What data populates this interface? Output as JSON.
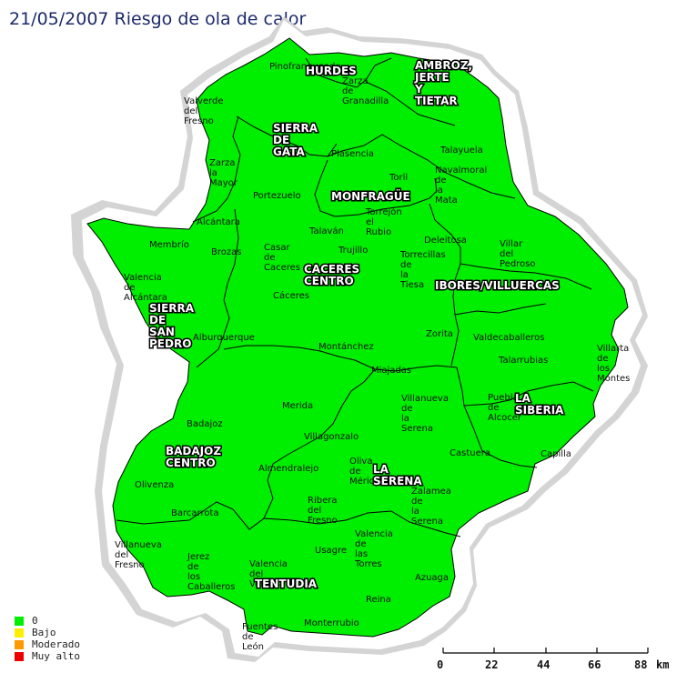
{
  "title": "21/05/2007  Riesgo de ola de calor",
  "colors": {
    "risk_0": "#00ee00",
    "bajo": "#ffee00",
    "moderado": "#ff9900",
    "muy_alto": "#ee0000",
    "halo": "#ffffff",
    "shadow": "#d4d4d4"
  },
  "zones": [
    {
      "id": "hurdes",
      "lines": [
        "HURDES"
      ]
    },
    {
      "id": "ambroz",
      "lines": [
        "AMBROZ,",
        "JERTE",
        "Y",
        "TIETAR"
      ]
    },
    {
      "id": "gata",
      "lines": [
        "SIERRA",
        "DE",
        "GATA"
      ]
    },
    {
      "id": "monfrague",
      "lines": [
        "MONFRAGÜE"
      ]
    },
    {
      "id": "caceres",
      "lines": [
        "CACERES",
        "CENTRO"
      ]
    },
    {
      "id": "ibores",
      "lines": [
        "IBORES/VILLUERCAS"
      ]
    },
    {
      "id": "sanpedro",
      "lines": [
        "SIERRA",
        "DE",
        "SAN",
        "PEDRO"
      ]
    },
    {
      "id": "siberia",
      "lines": [
        "LA",
        "SIBERIA"
      ]
    },
    {
      "id": "badajoz",
      "lines": [
        "BADAJOZ",
        "CENTRO"
      ]
    },
    {
      "id": "serena",
      "lines": [
        "LA",
        "SERENA"
      ]
    },
    {
      "id": "tentudia",
      "lines": [
        "TENTUDIA"
      ]
    }
  ],
  "towns": [
    {
      "id": "pinofranqueado",
      "lines": [
        "Pinofranqueado"
      ]
    },
    {
      "id": "zarza-granadilla",
      "lines": [
        "Zarza",
        "de",
        "Granadilla"
      ]
    },
    {
      "id": "valverde-fresno",
      "lines": [
        "Valverde",
        "del",
        "Fresno"
      ]
    },
    {
      "id": "plasencia",
      "lines": [
        "Plasencia"
      ]
    },
    {
      "id": "talayuela",
      "lines": [
        "Talayuela"
      ]
    },
    {
      "id": "navalmoral",
      "lines": [
        "Navalmoral",
        "de",
        "la",
        "Mata"
      ]
    },
    {
      "id": "zarza-mayor",
      "lines": [
        "Zarza",
        "la",
        "Mayor"
      ]
    },
    {
      "id": "toril",
      "lines": [
        "Toril"
      ]
    },
    {
      "id": "portezuelo",
      "lines": [
        "Portezuelo"
      ]
    },
    {
      "id": "torrejon",
      "lines": [
        "Torrejón",
        "el",
        "Rubio"
      ]
    },
    {
      "id": "alcantara",
      "lines": [
        "Alcántara"
      ]
    },
    {
      "id": "talavan",
      "lines": [
        "Talaván"
      ]
    },
    {
      "id": "deleitosa",
      "lines": [
        "Deleitosa"
      ]
    },
    {
      "id": "membrio",
      "lines": [
        "Membrío"
      ]
    },
    {
      "id": "brozas",
      "lines": [
        "Brozas"
      ]
    },
    {
      "id": "casar",
      "lines": [
        "Casar",
        "de",
        "Caceres"
      ]
    },
    {
      "id": "trujillo",
      "lines": [
        "Trujillo"
      ]
    },
    {
      "id": "torrecillas",
      "lines": [
        "Torrecillas",
        "de",
        "la",
        "Tiesa"
      ]
    },
    {
      "id": "villar-pedroso",
      "lines": [
        "Villar",
        "del",
        "Pedroso"
      ]
    },
    {
      "id": "valencia-alcantara",
      "lines": [
        "Valencia",
        "de",
        "Alcántara"
      ]
    },
    {
      "id": "caceres-town",
      "lines": [
        "Cáceres"
      ]
    },
    {
      "id": "alburquerque",
      "lines": [
        "Alburquerque"
      ]
    },
    {
      "id": "zorita",
      "lines": [
        "Zorita"
      ]
    },
    {
      "id": "valdecaballeros",
      "lines": [
        "Valdecaballeros"
      ]
    },
    {
      "id": "montanchez",
      "lines": [
        "Montánchez"
      ]
    },
    {
      "id": "talarrubias",
      "lines": [
        "Talarrubias"
      ]
    },
    {
      "id": "villarta",
      "lines": [
        "Villarta",
        "de",
        "los",
        "Montes"
      ]
    },
    {
      "id": "miajadas",
      "lines": [
        "Miajadas"
      ]
    },
    {
      "id": "merida",
      "lines": [
        "Merida"
      ]
    },
    {
      "id": "villanueva-serena",
      "lines": [
        "Villanueva",
        "de",
        "la",
        "Serena"
      ]
    },
    {
      "id": "puebla-alcocer",
      "lines": [
        "Puebla",
        "de",
        "Alcocer"
      ]
    },
    {
      "id": "badajoz-town",
      "lines": [
        "Badajoz"
      ]
    },
    {
      "id": "villagonzalo",
      "lines": [
        "Villagonzalo"
      ]
    },
    {
      "id": "castuera",
      "lines": [
        "Castuera"
      ]
    },
    {
      "id": "capilla",
      "lines": [
        "Capilla"
      ]
    },
    {
      "id": "almendralejo",
      "lines": [
        "Almendralejo"
      ]
    },
    {
      "id": "oliva-merida",
      "lines": [
        "Oliva",
        "de",
        "Mérida"
      ]
    },
    {
      "id": "olivenza",
      "lines": [
        "Olivenza"
      ]
    },
    {
      "id": "zalamea",
      "lines": [
        "Zalamea",
        "de",
        "la",
        "Serena"
      ]
    },
    {
      "id": "barcarrota",
      "lines": [
        "Barcarrota"
      ]
    },
    {
      "id": "ribera",
      "lines": [
        "Ribera",
        "del",
        "Fresno"
      ]
    },
    {
      "id": "villanueva-fresno",
      "lines": [
        "Villanueva",
        "del",
        "Fresno"
      ]
    },
    {
      "id": "valencia-torres",
      "lines": [
        "Valencia",
        "de",
        "las",
        "Torres"
      ]
    },
    {
      "id": "usagre",
      "lines": [
        "Usagre"
      ]
    },
    {
      "id": "jerez",
      "lines": [
        "Jerez",
        "de",
        "los",
        "Caballeros"
      ]
    },
    {
      "id": "valencia-ventoso",
      "lines": [
        "Valencia",
        "del",
        "Ventoso"
      ]
    },
    {
      "id": "azuaga",
      "lines": [
        "Azuaga"
      ]
    },
    {
      "id": "reina",
      "lines": [
        "Reina"
      ]
    },
    {
      "id": "monterrubio",
      "lines": [
        "Monterrubio"
      ]
    },
    {
      "id": "fuentes-leon",
      "lines": [
        "Fuentes",
        "de",
        "León"
      ]
    }
  ],
  "legend": [
    {
      "label": "0",
      "color": "#00ee00"
    },
    {
      "label": "Bajo",
      "color": "#ffee00"
    },
    {
      "label": "Moderado",
      "color": "#ff9900"
    },
    {
      "label": "Muy alto",
      "color": "#ee0000"
    }
  ],
  "scale": {
    "ticks": [
      "0",
      "22",
      "44",
      "66",
      "88"
    ],
    "unit": "km"
  }
}
